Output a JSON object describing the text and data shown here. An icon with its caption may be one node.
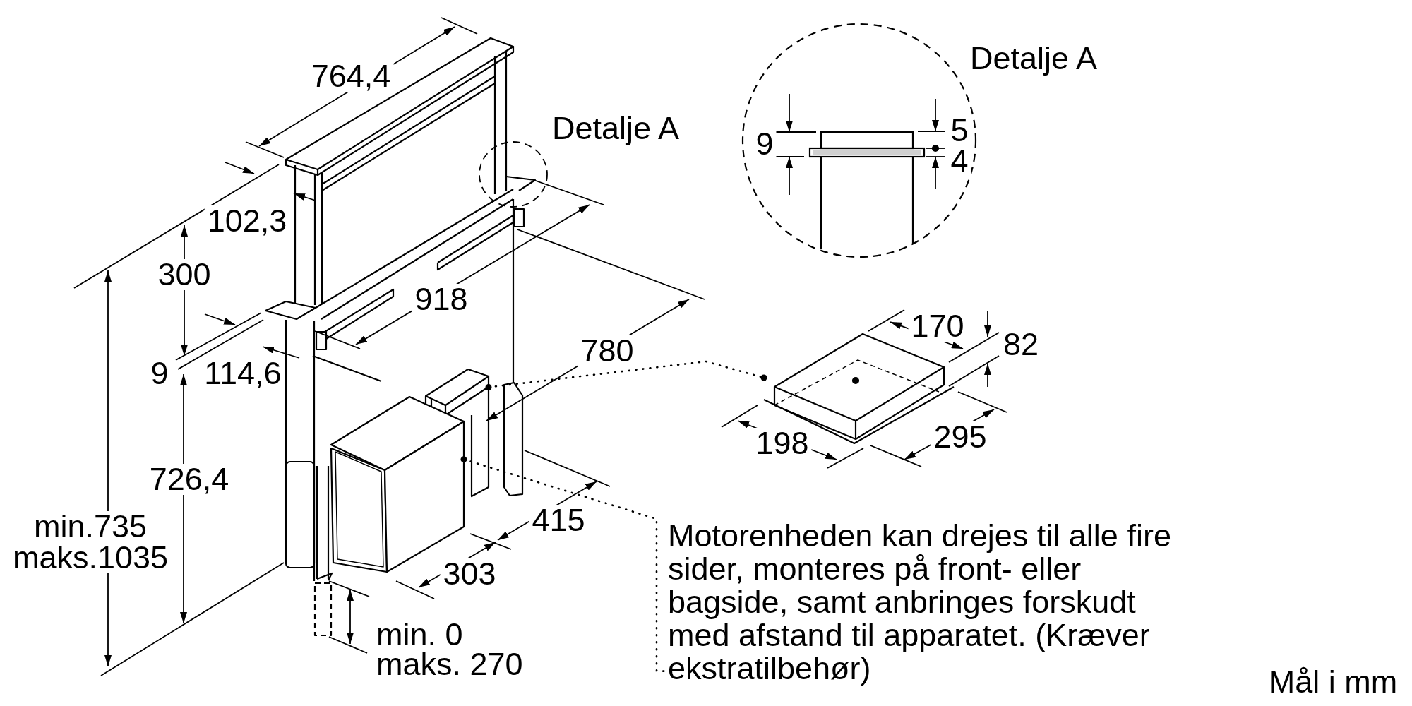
{
  "diagram": {
    "nodes": [
      {
        "text": [],
        "shape": "picture"
      },
      {
        "text": [],
        "shape": "picture"
      },
      {
        "text": [],
        "shape": "box"
      },
      {
        "text": [
          "Motorenheden kan drejes til alle fire sider, monteres på front- eller bagside, samt anbringes forskudt med afstand til apparatet. (Kræver ekstratilbehør)"
        ]
      }
    ],
    "edges": [
      {
        "from": 0,
        "to": 1,
        "arrow": "other",
        "style": "dashed"
      },
      {
        "from": 2,
        "to": 3,
        "arrow": "other",
        "style": "dashed"
      }
    ],
    "labels": [
      "764,4",
      "Detalje A",
      "9",
      "5",
      "4",
      "Detalje A",
      "102,3",
      "300",
      "918",
      "170",
      "82",
      "780",
      "9",
      "114,6",
      "198",
      "295",
      "726,4",
      "415",
      "min.735 maks.1035",
      "303",
      "min. 0",
      "maks. 270",
      "Mål i mm"
    ]
  }
}
